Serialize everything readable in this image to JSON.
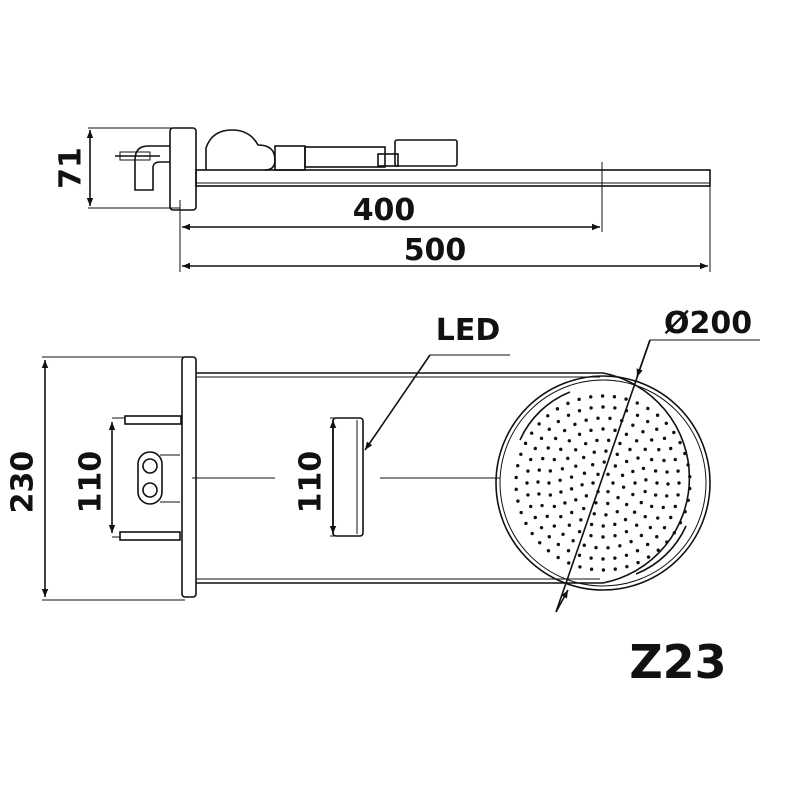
{
  "drawing": {
    "model": "Z23",
    "side_view": {
      "height_dim": "71",
      "arm_dim": "400",
      "total_dim": "500"
    },
    "top_view": {
      "height_dim": "230",
      "mount_spacing_dim": "110",
      "led_dim": "110",
      "led_label": "LED",
      "diameter_dim": "Ø200"
    }
  },
  "colors": {
    "line": "#111111",
    "background": "#ffffff"
  }
}
